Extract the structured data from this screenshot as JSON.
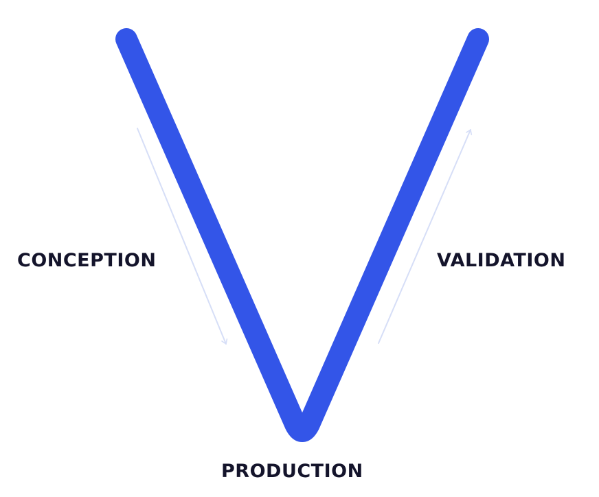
{
  "diagram": {
    "type": "v-model",
    "colors": {
      "v_stroke": "#3355e8",
      "flow_arrow": "#d6def7",
      "label_text": "#14142b",
      "background": "#ffffff"
    },
    "labels": {
      "left": "CONCEPTION",
      "right": "VALIDATION",
      "bottom": "PRODUCTION"
    },
    "flow": {
      "left": "down",
      "right": "up"
    }
  }
}
